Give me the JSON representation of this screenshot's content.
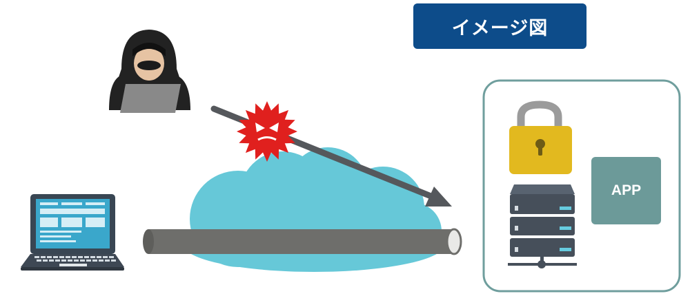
{
  "title": "イメージ図",
  "app_label": "APP",
  "colors": {
    "title_bg": "#0d4c8a",
    "cloud": "#66c8d8",
    "pipe": "#6e6e6b",
    "arrow": "#55585c",
    "virus": "#e0201e",
    "lock": "#e2b91f",
    "server": "#464f5a",
    "app_bg": "#6c9a99",
    "frame": "#6f9e9d",
    "laptop_screen": "#3aa7cb"
  },
  "icons": [
    "hacker-icon",
    "laptop-icon",
    "cloud-icon",
    "tunnel-pipe",
    "attack-arrow",
    "virus-icon",
    "lock-icon",
    "server-icon"
  ]
}
